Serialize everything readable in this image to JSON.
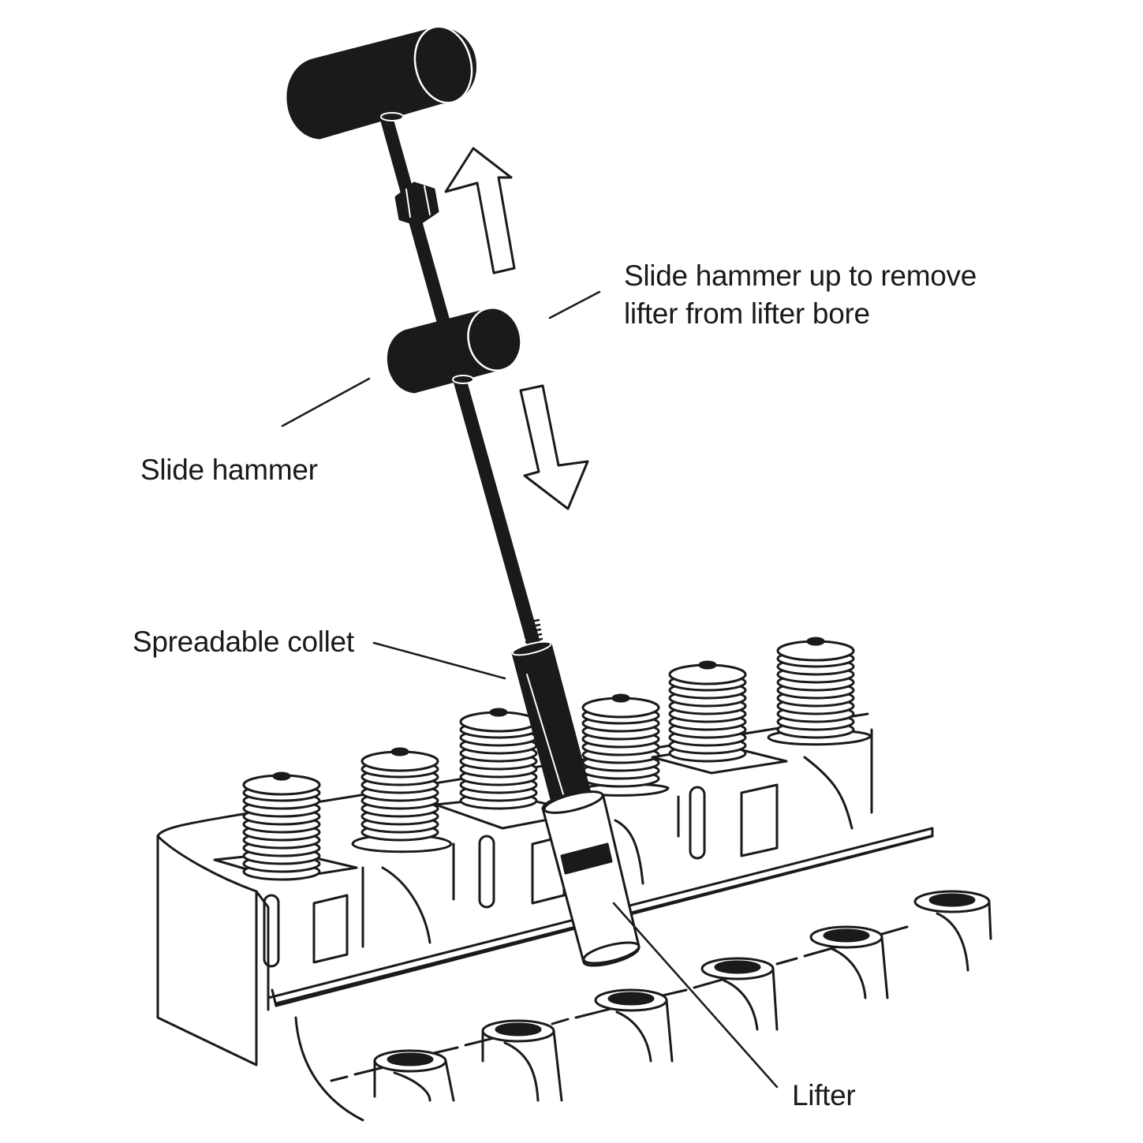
{
  "labels": {
    "slide_up_line1": "Slide hammer up to remove",
    "slide_up_line2": "lifter from lifter bore",
    "slide_hammer": "Slide hammer",
    "spreadable_collet": "Spreadable collet",
    "lifter": "Lifter"
  },
  "colors": {
    "ink": "#1a1a1a",
    "paper": "#ffffff"
  },
  "icons": {
    "up_arrow": "arrow-up-outline-icon",
    "down_arrow": "arrow-down-outline-icon"
  }
}
